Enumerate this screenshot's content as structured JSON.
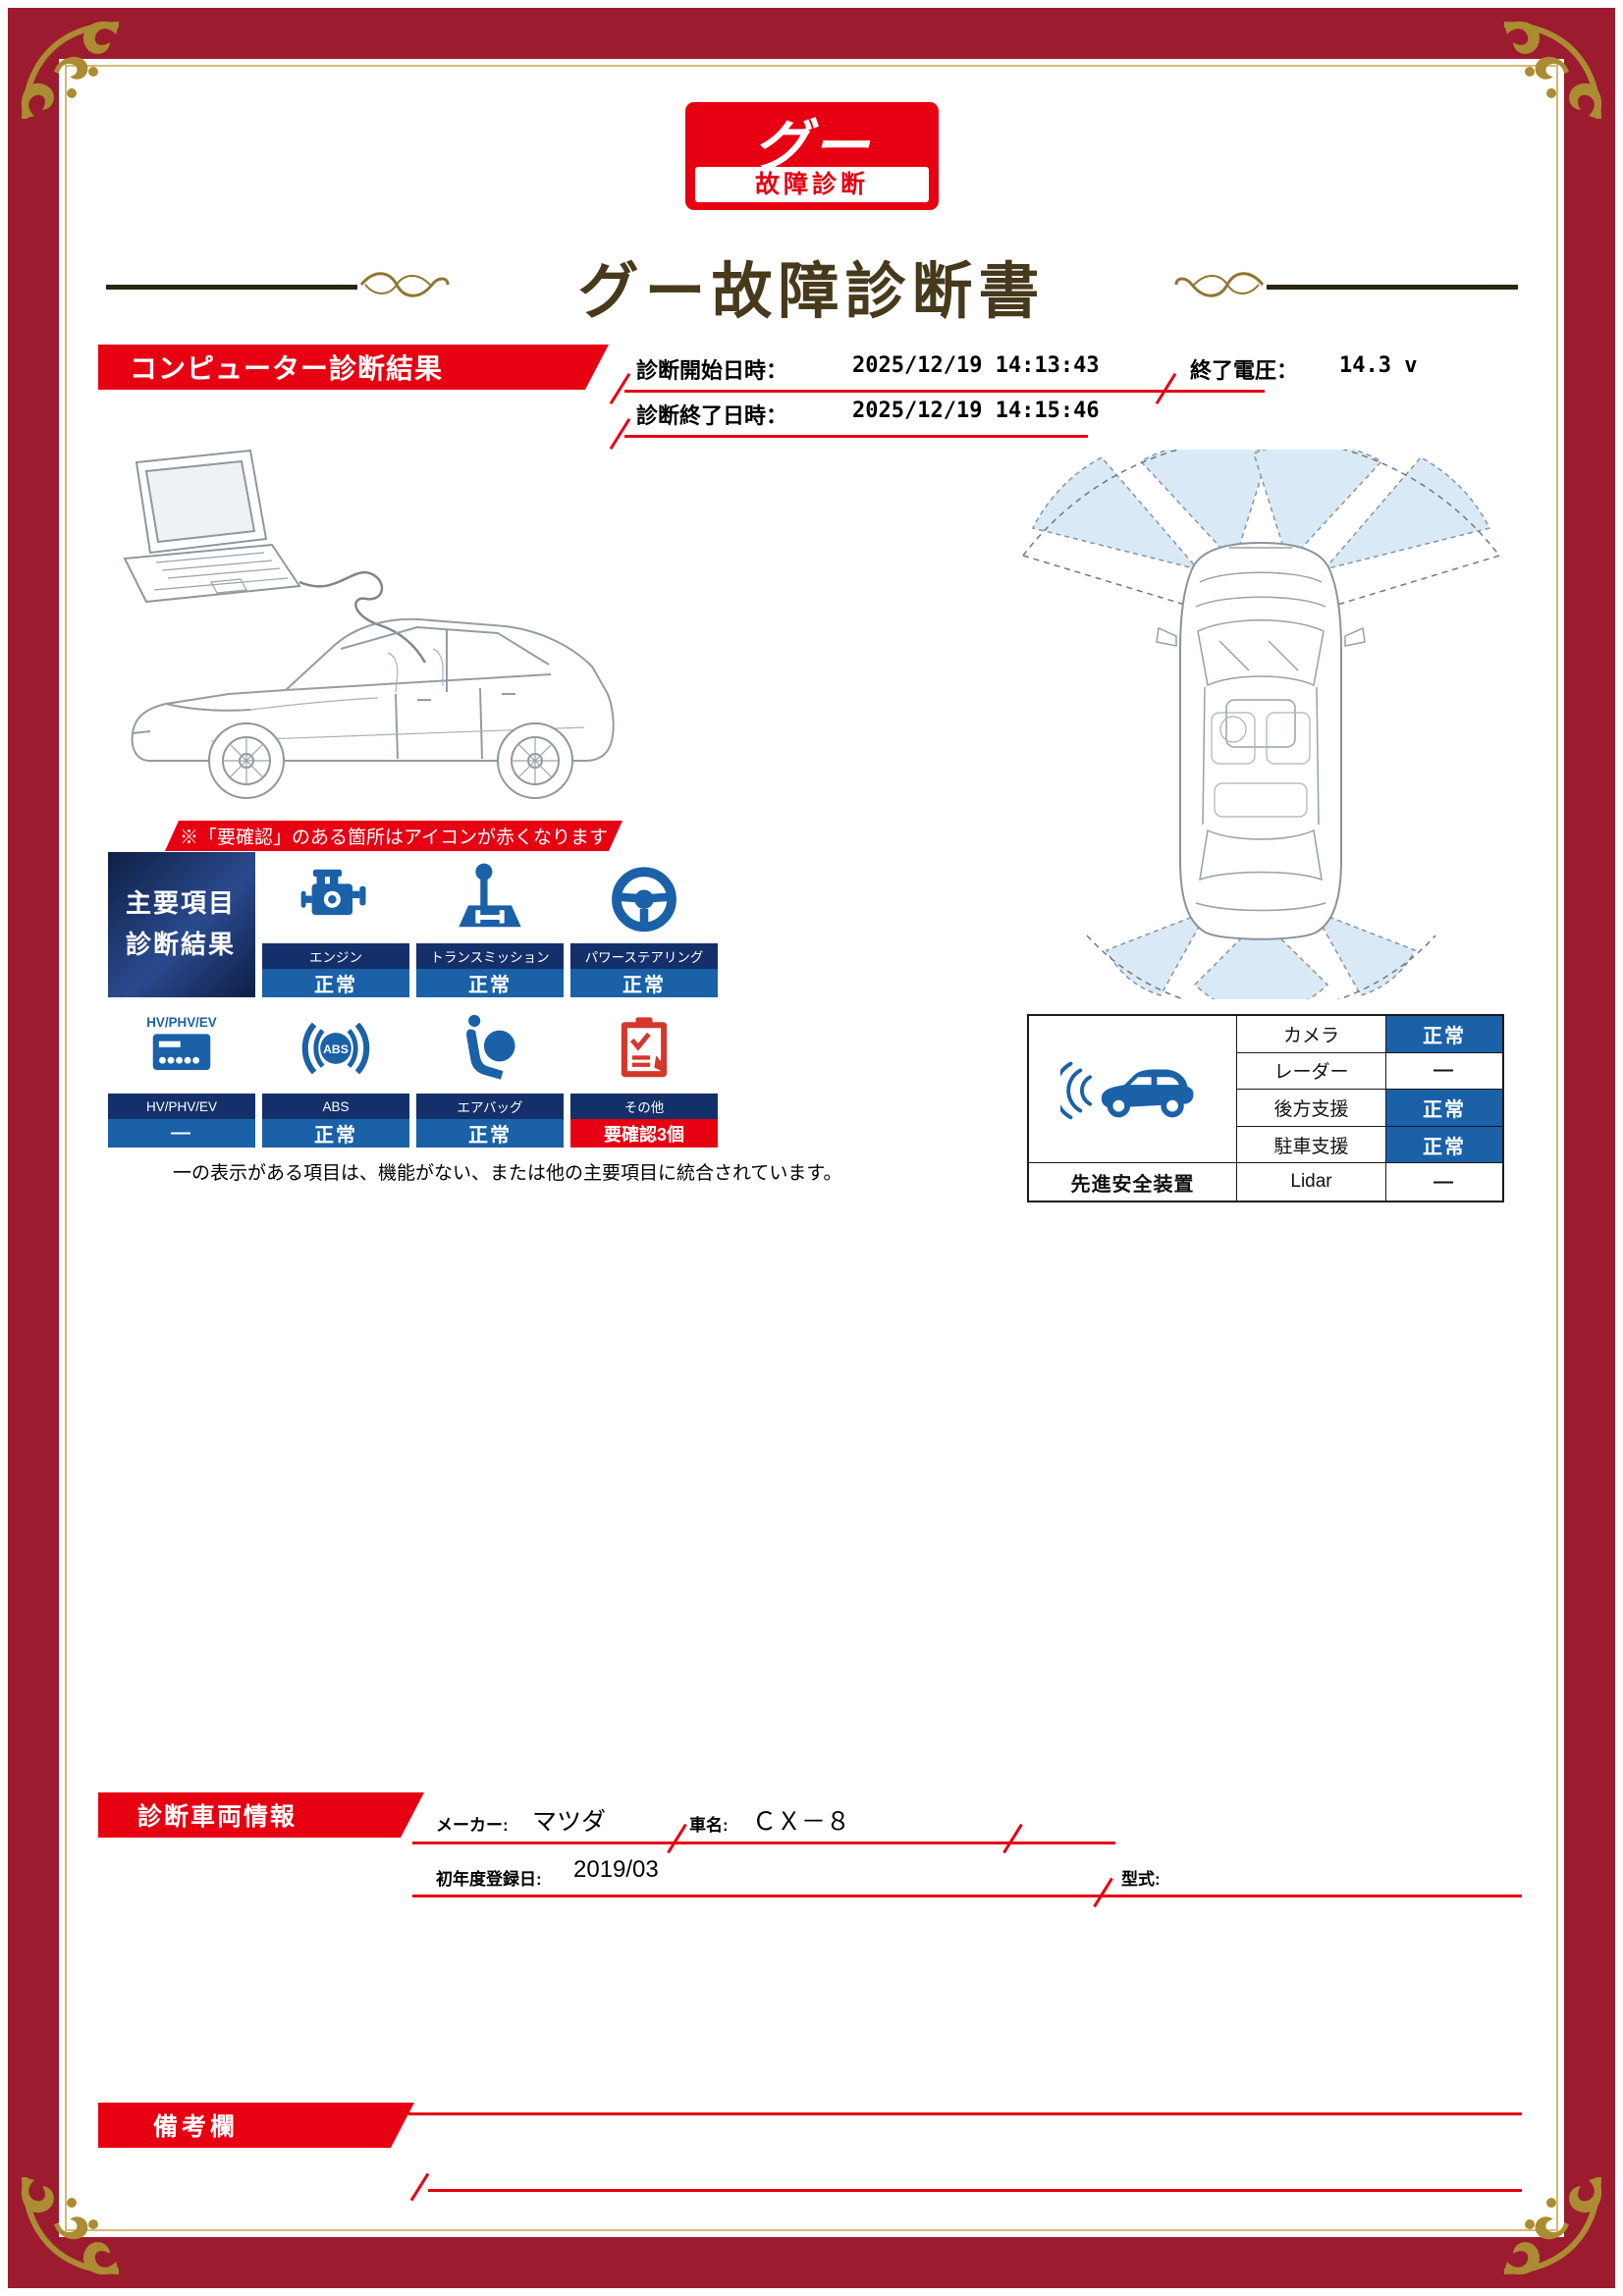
{
  "colors": {
    "brand": "#e60012",
    "frame": "#9c1b2e",
    "blue": "#1a61a8",
    "navy": "#14306b",
    "warn": "#d5372b",
    "gold": "#ab8c33",
    "fan": "#d9eaf6",
    "title": "#473a1c"
  },
  "logo": {
    "brand": "グー",
    "caption": "故障診断"
  },
  "title": "グー故障診断書",
  "diagnosis": {
    "banner": "コンピューター診断結果",
    "start_label": "診断開始日時：",
    "start_value": "2025/12/19 14:13:43",
    "voltage_label": "終了電圧：",
    "voltage_value": "14.3 v",
    "end_label": "診断終了日時：",
    "end_value": "2025/12/19 14:15:46"
  },
  "note": "※「要確認」のある箇所はアイコンが赤くなります",
  "main": {
    "header_line1": "主要項目",
    "header_line2": "診断結果",
    "items": [
      {
        "name": "エンジン",
        "status": "正常",
        "icon": "engine-icon"
      },
      {
        "name": "トランスミッション",
        "status": "正常",
        "icon": "transmission-icon"
      },
      {
        "name": "パワーステアリング",
        "status": "正常",
        "icon": "steering-wheel-icon"
      },
      {
        "name": "HV/PHV/EV",
        "status": "—",
        "icon": "hv-phv-ev-icon"
      },
      {
        "name": "ABS",
        "status": "正常",
        "icon": "abs-icon"
      },
      {
        "name": "エアバッグ",
        "status": "正常",
        "icon": "airbag-icon"
      },
      {
        "name": "その他",
        "status": "要確認3個",
        "icon": "other-checklist-icon"
      }
    ]
  },
  "safety": {
    "label": "先進安全装置",
    "rows": [
      {
        "name": "カメラ",
        "status": "正常"
      },
      {
        "name": "レーダー",
        "status": "—"
      },
      {
        "name": "後方支援",
        "status": "正常"
      },
      {
        "name": "駐車支援",
        "status": "正常"
      },
      {
        "name": "Lidar",
        "status": "—"
      }
    ]
  },
  "footnote": "一の表示がある項目は、機能がない、または他の主要項目に統合されています。",
  "vehicle": {
    "banner": "診断車両情報",
    "maker_label": "メーカー:",
    "maker_value": "マツダ",
    "name_label": "車名:",
    "name_value": "ＣＸ－８",
    "first_reg_label": "初年度登録日:",
    "first_reg_value": "2019/03",
    "model_label": "型式:",
    "model_value": ""
  },
  "remarks": {
    "banner": "備考欄"
  }
}
